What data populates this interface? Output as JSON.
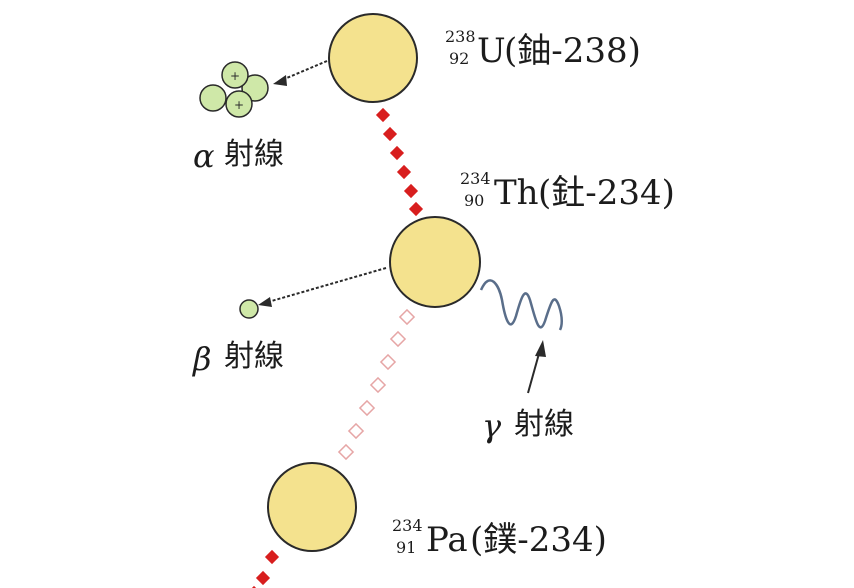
{
  "nuclides": [
    {
      "mass": "238",
      "atomic": "92",
      "symbol": "U",
      "label": "(鈾-238)",
      "color": "#f4e28e"
    },
    {
      "mass": "234",
      "atomic": "90",
      "symbol": "Th",
      "label": "(釷-234)",
      "color": "#f4e28e"
    },
    {
      "mass": "234",
      "atomic": "91",
      "symbol": "Pa",
      "label": "(鏷-234)",
      "color": "#f4e28e"
    }
  ],
  "rays": {
    "alpha": {
      "symbol": "α",
      "label": "射線"
    },
    "beta": {
      "symbol": "β",
      "label": "射線"
    },
    "gamma": {
      "symbol": "γ",
      "label": "射線"
    }
  },
  "colors": {
    "nucleus_fill": "#f4e28e",
    "nucleus_stroke": "#2a2a2a",
    "particle_fill": "#cfe8a8",
    "decay_path_solid": "#d81e1e",
    "decay_path_faded": "#ffffff",
    "gamma_wave": "#5a6e8a"
  }
}
